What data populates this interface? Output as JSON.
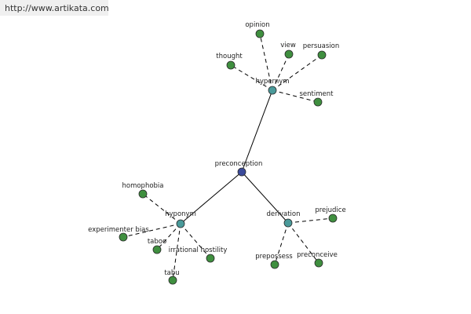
{
  "header": {
    "url": "http://www.artikata.com"
  },
  "colors": {
    "root": "#3a4a9a",
    "category": "#4a9a9a",
    "leaf": "#3f8f3f"
  },
  "graph": {
    "root": "preconception",
    "categories": [
      "hypernym",
      "hyponym",
      "derivation"
    ],
    "hypernym_terms": [
      "opinion",
      "view",
      "persuasion",
      "thought",
      "sentiment"
    ],
    "hyponym_terms": [
      "homophobia",
      "experimenter bias",
      "taboo",
      "irrational hostility",
      "tabu"
    ],
    "derivation_terms": [
      "prejudice",
      "prepossess",
      "preconceive"
    ]
  }
}
